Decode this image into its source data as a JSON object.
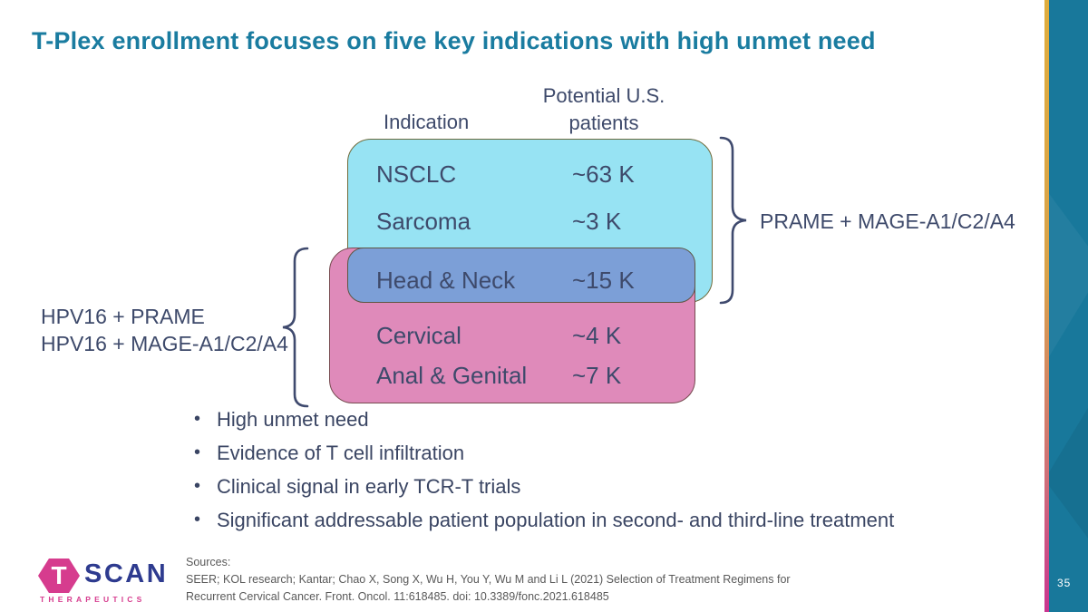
{
  "slide": {
    "title": "T-Plex enrollment focuses on five key indications with high unmet need",
    "page_number": "35"
  },
  "diagram": {
    "headers": {
      "indication": "Indication",
      "patients_line1": "Potential U.S.",
      "patients_line2": "patients"
    },
    "rows": [
      {
        "indication": "NSCLC",
        "patients": "~63 K",
        "group": "PRAME + MAGE-A1/C2/A4"
      },
      {
        "indication": "Sarcoma",
        "patients": "~3 K",
        "group": "PRAME + MAGE-A1/C2/A4"
      },
      {
        "indication": "Head & Neck",
        "patients": "~15 K",
        "group": "overlap"
      },
      {
        "indication": "Cervical",
        "patients": "~4 K",
        "group": "HPV16"
      },
      {
        "indication": "Anal & Genital",
        "patients": "~7 K",
        "group": "HPV16"
      }
    ],
    "right_label": "PRAME + MAGE-A1/C2/A4",
    "left_label_line1": "HPV16 + PRAME",
    "left_label_line2": "HPV16 + MAGE-A1/C2/A4",
    "colors": {
      "cyan_fill": "#97E3F3",
      "pink_fill": "#DF8ABA",
      "overlap_fill": "#7C9FD7",
      "title_teal": "#1A7CA0",
      "text_navy": "#3E4A6B",
      "edge_band_teal": "#18789B",
      "logo_magenta": "#D63C8E",
      "logo_navy": "#2E3B8F"
    }
  },
  "bullets": [
    "High unmet need",
    "Evidence of T cell infiltration",
    "Clinical signal in early TCR-T trials",
    "Significant addressable patient population in second- and third-line treatment"
  ],
  "footer": {
    "sources_label": "Sources:",
    "source_line1": "SEER; KOL research; Kantar; Chao X, Song X, Wu H, You Y, Wu M and Li L (2021) Selection of Treatment Regimens for",
    "source_line2": "Recurrent Cervical Cancer. Front. Oncol. 11:618485. doi: 10.3389/fonc.2021.618485"
  },
  "logo": {
    "t": "T",
    "scan": "SCAN",
    "therapeutics": "THERAPEUTICS"
  }
}
